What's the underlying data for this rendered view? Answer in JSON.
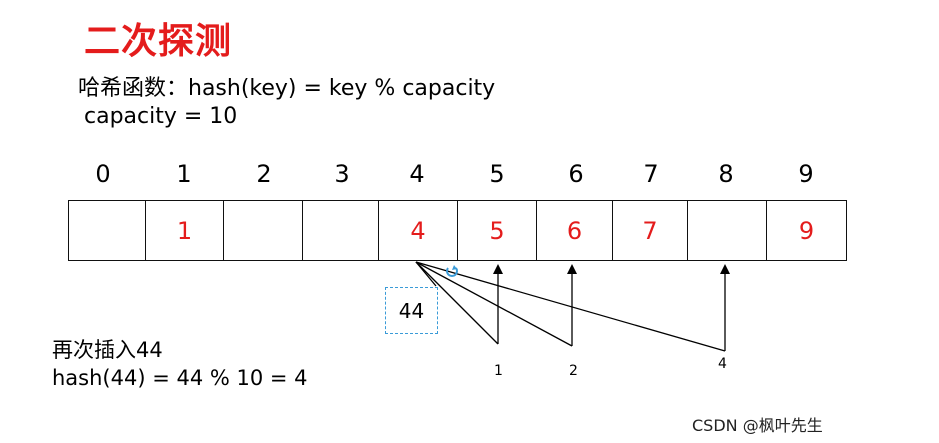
{
  "title": "二次探测",
  "hash_function": "哈希函数：hash(key) = key % capacity",
  "capacity_line": "capacity = 10",
  "table": {
    "indices": [
      "0",
      "1",
      "2",
      "3",
      "4",
      "5",
      "6",
      "7",
      "8",
      "9"
    ],
    "values": [
      "",
      "1",
      "",
      "",
      "4",
      "5",
      "6",
      "7",
      "",
      "9"
    ]
  },
  "probe_key": "44",
  "steps": [
    "1",
    "2",
    "4"
  ],
  "note": {
    "insert": "再次插入44",
    "calc": "hash(44) = 44 % 10 = 4"
  },
  "watermark": "CSDN @枫叶先生",
  "colors": {
    "title": "#e41c1c",
    "cell_value": "#e41c1c",
    "probe_border": "#3a9bd8",
    "rotate_icon": "#3a9bd8"
  },
  "icons": [
    "rotate-icon"
  ]
}
